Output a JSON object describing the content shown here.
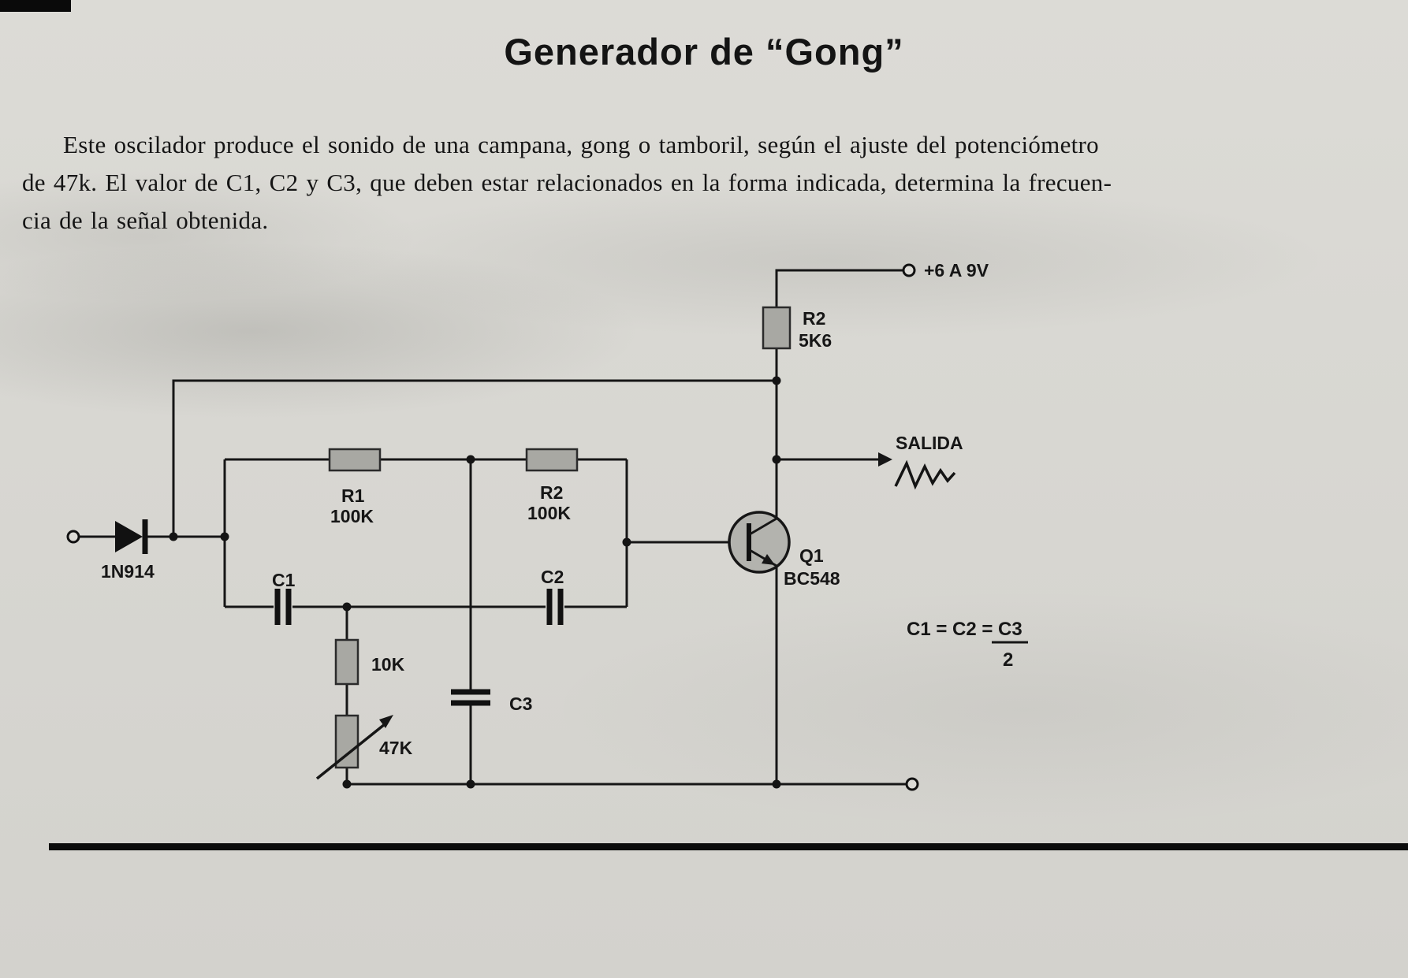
{
  "doc": {
    "title": "Generador de “Gong”",
    "lines": [
      "Este oscilador produce el sonido de una campana, gong o tamboril, según el ajuste del potenciómetro",
      "de 47k. El valor de C1, C2 y C3, que deben estar relacionados en la forma indicada, determina la frecuen-",
      "cia de la señal obtenida."
    ]
  },
  "schematic": {
    "supply_label": "+6 A 9V",
    "collector_resistor_name": "R2",
    "collector_resistor_value": "5K6",
    "output_label": "SALIDA",
    "r1_name": "R1",
    "r1_value": "100K",
    "r2_name": "R2",
    "r2_value": "100K",
    "c1_name": "C1",
    "c2_name": "C2",
    "c3_name": "C3",
    "diode_name": "1N914",
    "series_resistor_value": "10K",
    "pot_value": "47K",
    "transistor_name": "Q1",
    "transistor_type": "BC548",
    "formula_lhs": "C1 = C2 =",
    "formula_numerator": "C3",
    "formula_denominator": "2",
    "colors": {
      "ink": "#161616",
      "component_fill": "#a8a8a3",
      "transistor_fill": "#b3b3ae"
    }
  }
}
